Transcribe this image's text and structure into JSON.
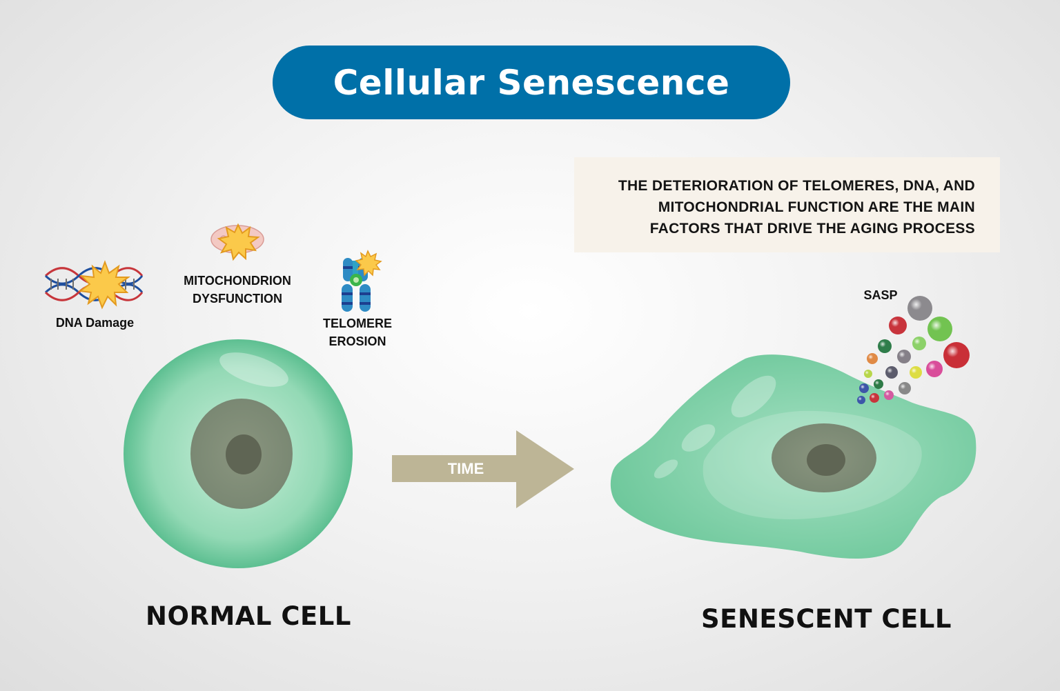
{
  "title": "Cellular Senescence",
  "callout": {
    "lines": [
      "THE DETERIORATION OF TELOMERES, DNA, AND",
      "MITOCHONDRIAL FUNCTION ARE THE MAIN",
      "FACTORS THAT DRIVE THE AGING PROCESS"
    ]
  },
  "factors": {
    "dna": "DNA Damage",
    "mito": [
      "MITOCHONDRION",
      "DYSFUNCTION"
    ],
    "telomere": [
      "TELOMERE",
      "EROSION"
    ]
  },
  "arrow_label": "TIME",
  "sasp_label": "SASP",
  "normal_cell_label": "NORMAL CELL",
  "senescent_cell_label": "SENESCENT CELL",
  "colors": {
    "title_bg": "#0070a8",
    "cell_green": "#6cc79a",
    "nucleus": "#7e8f76",
    "arrow": "#bdb596",
    "callout_bg": "#f7f2ea"
  }
}
